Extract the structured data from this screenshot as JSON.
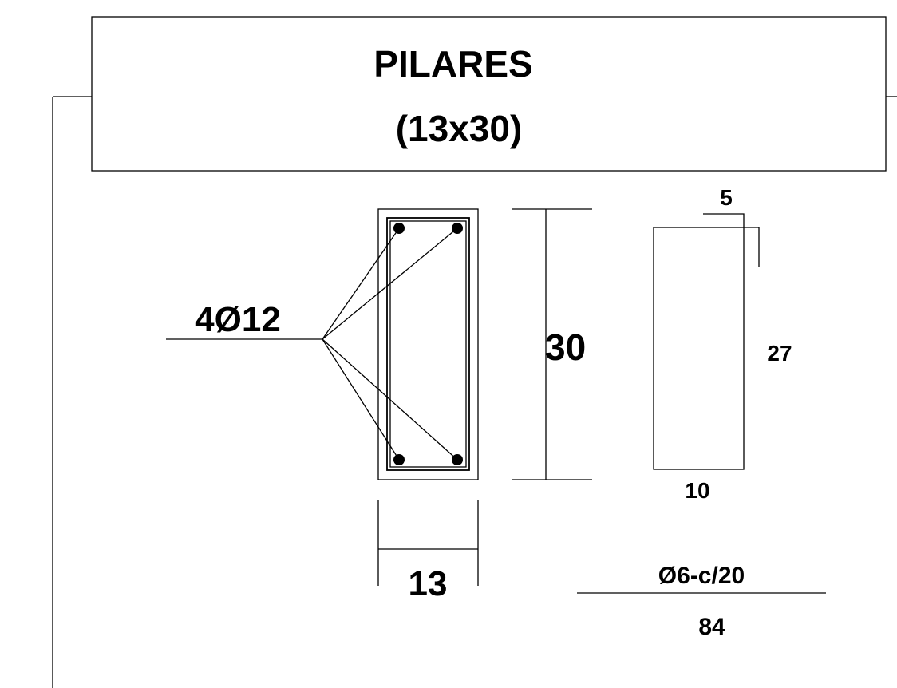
{
  "title": {
    "line1": "PILARES",
    "line2": "(13x30)"
  },
  "section": {
    "rebar_label": "4Ø12",
    "height_dim": "30",
    "width_dim": "13"
  },
  "stirrup": {
    "hook_dim": "5",
    "side_dim": "27",
    "bottom_dim": "10",
    "spec": "Ø6-c/20",
    "count": "84"
  }
}
